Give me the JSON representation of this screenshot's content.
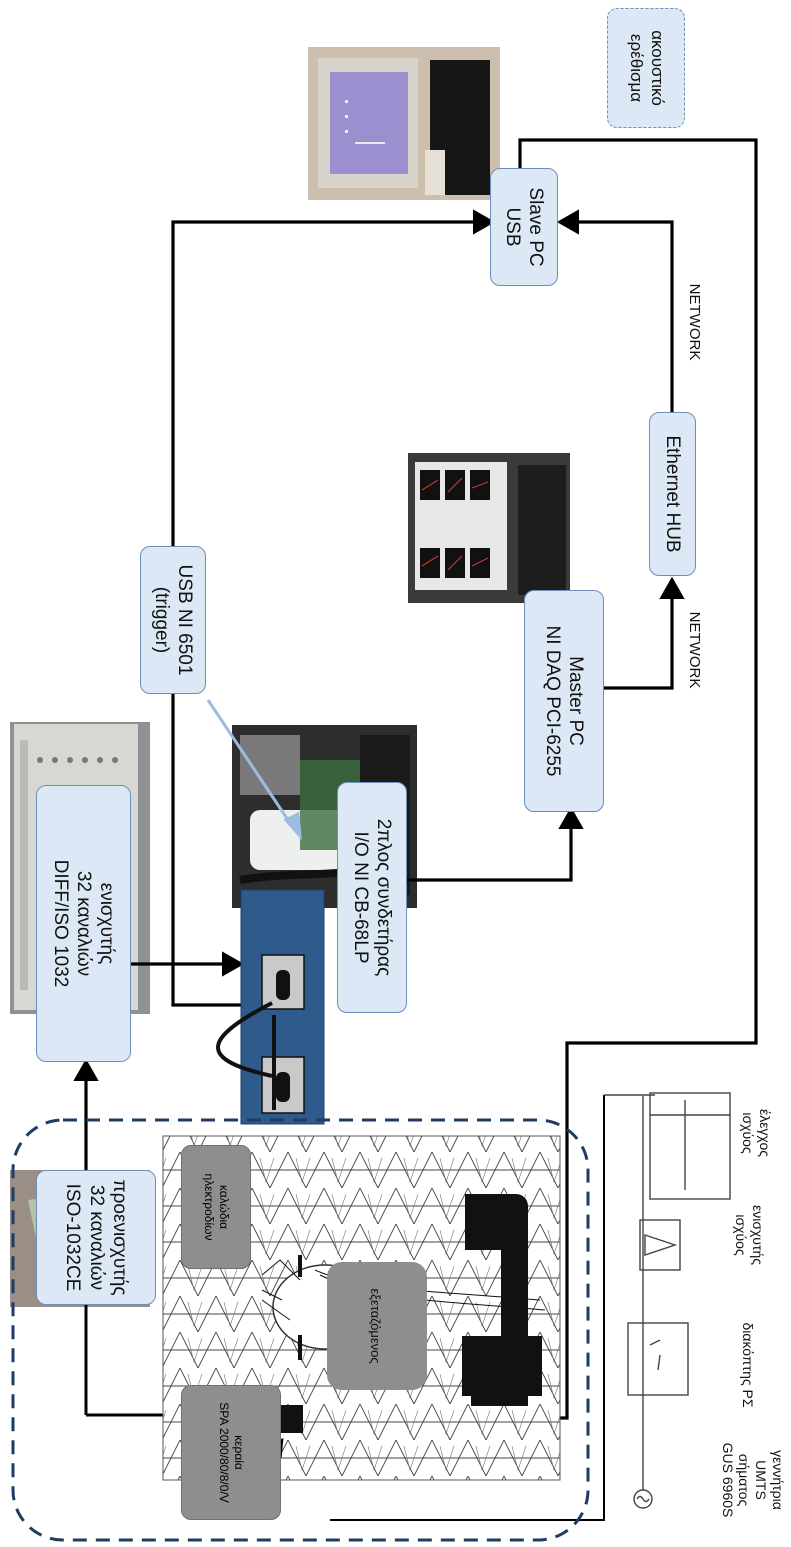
{
  "preamplifier": {
    "line1": "προενισχυτής",
    "line2": "32 καναλιών",
    "line3": "ISO-1032CE"
  },
  "amplifier": {
    "line1": "ενισχυτής",
    "line2": "32 καναλιών",
    "line3": "DIFF/ISO 1032"
  },
  "connector": {
    "line1": "2πλος συνδετήρας",
    "line2": "I/O NI CB-68LP"
  },
  "usb_trigger": {
    "line1": "USB NI 6501",
    "line2": "(trigger)"
  },
  "master_pc": {
    "line1": "Master PC",
    "line2": "NI DAQ PCI-6255"
  },
  "ethernet_hub": {
    "label": "Ethernet HUB"
  },
  "slave_pc": {
    "line1": "Slave PC",
    "line2": "USB"
  },
  "acoustic": {
    "line1": "ακουστικό",
    "line2": "ερέθισμα"
  },
  "network_labels": [
    "NETWORK",
    "NETWORK"
  ],
  "antenna": {
    "line1": "κεραία",
    "line2": "SPA 2000/80/8/0/V"
  },
  "electrode_cables": {
    "line1": "καλώδια",
    "line2": "ηλεκτροδίων"
  },
  "subject": {
    "label": "εξεταζόμενος"
  },
  "generator": {
    "line1": "γεννήτρια",
    "line2": "UMTS",
    "line3": "σήματος",
    "line4": "GUS 6960S"
  },
  "rf_switch": {
    "label": "διακόπτης ΡΣ"
  },
  "power_amplifier": {
    "line1": "ενισχυτής",
    "line2": "ισχύος"
  },
  "power_control": {
    "line1": "έλεγχος",
    "line2": "ισχύος"
  },
  "colors": {
    "box_fill": "#dce8f5",
    "box_border": "#6f8fb8",
    "panel": "#2e5a8c",
    "gray_box": "#8e8e8e",
    "line": "#000000",
    "pointer": "#9dbbdf"
  }
}
